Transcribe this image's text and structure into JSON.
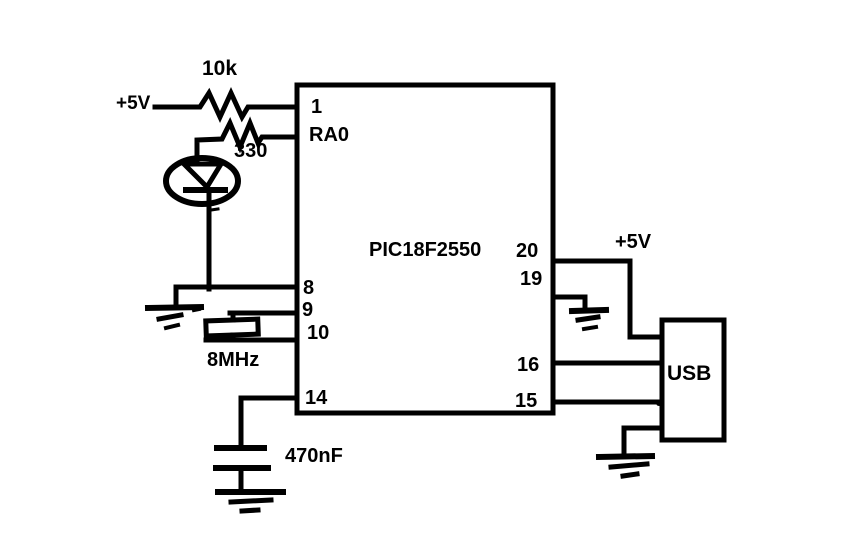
{
  "colors": {
    "ink": "#000000",
    "background": "#ffffff"
  },
  "chip": {
    "part_number": "PIC18F2550",
    "pins": {
      "p1": "1",
      "ra0": "RA0",
      "p8": "8",
      "p9": "9",
      "p10": "10",
      "p14": "14",
      "p20": "20",
      "p19": "19",
      "p16": "16",
      "p15": "15"
    }
  },
  "components": {
    "pullup_resistor": "10k",
    "led_resistor": "330",
    "crystal": "8MHz",
    "capacitor": "470nF",
    "usb_connector": "USB"
  },
  "power": {
    "supply_left": "+5V",
    "supply_right": "+5V"
  }
}
